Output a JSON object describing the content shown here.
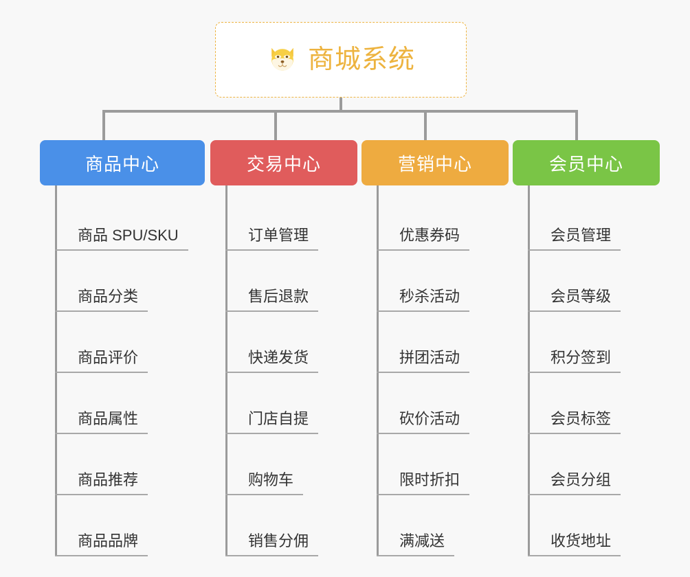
{
  "root": {
    "title": "商城系统",
    "icon": "shiba-dog-face-emoji",
    "border_color": "#edb33f",
    "text_color": "#edb33f"
  },
  "connector_color": "#9b9b9b",
  "background_color": "#f8f8f8",
  "branches": [
    {
      "title": "商品中心",
      "color": "#4a90e8",
      "items": [
        "商品 SPU/SKU",
        "商品分类",
        "商品评价",
        "商品属性",
        "商品推荐",
        "商品品牌"
      ]
    },
    {
      "title": "交易中心",
      "color": "#e05c5c",
      "items": [
        "订单管理",
        "售后退款",
        "快递发货",
        "门店自提",
        "购物车",
        "销售分佣"
      ]
    },
    {
      "title": "营销中心",
      "color": "#eeab40",
      "items": [
        "优惠券码",
        "秒杀活动",
        "拼团活动",
        "砍价活动",
        "限时折扣",
        "满减送"
      ]
    },
    {
      "title": "会员中心",
      "color": "#7ac546",
      "items": [
        "会员管理",
        "会员等级",
        "积分签到",
        "会员标签",
        "会员分组",
        "收货地址"
      ]
    }
  ]
}
